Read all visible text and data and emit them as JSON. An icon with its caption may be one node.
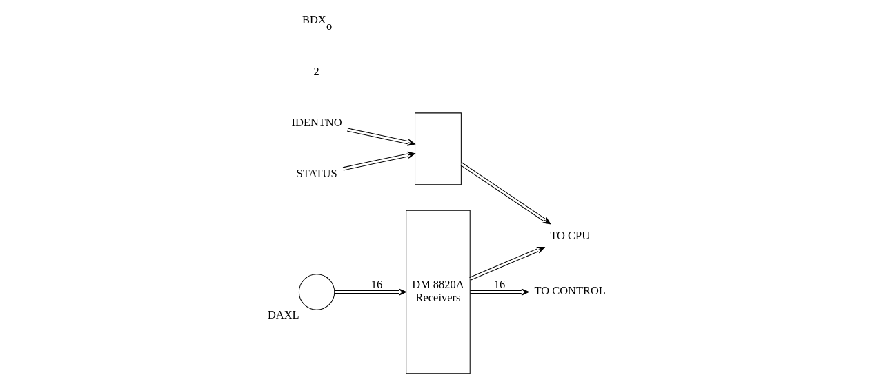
{
  "diagram": {
    "nodes": [
      {
        "text": [
          "STATUS"
        ]
      },
      {
        "text": [],
        "shape": "box"
      },
      {
        "text": [
          "IDENTNO"
        ]
      },
      {
        "text": [],
        "shape": "circle",
        "beside": [
          "DAXL"
        ]
      },
      {
        "text": [
          "DM 8820A",
          "Receivers"
        ]
      },
      {
        "text": [
          "TO CONTROL"
        ]
      },
      {
        "text": [
          "TO CPU"
        ]
      }
    ],
    "edges": [
      {
        "from": 0,
        "to": 1,
        "arrow": "to"
      },
      {
        "from": 2,
        "to": 1,
        "arrow": "to"
      },
      {
        "from": 3,
        "to": 4,
        "arrow": "to",
        "label": "16"
      },
      {
        "from": 4,
        "to": 5,
        "arrow": "to",
        "label": "16"
      },
      {
        "from": 4,
        "to": 6,
        "arrow": "to"
      },
      {
        "from": 1,
        "to": 6,
        "arrow": "to"
      }
    ],
    "labels": [
      "2",
      "BDX$_{o}$"
    ]
  }
}
